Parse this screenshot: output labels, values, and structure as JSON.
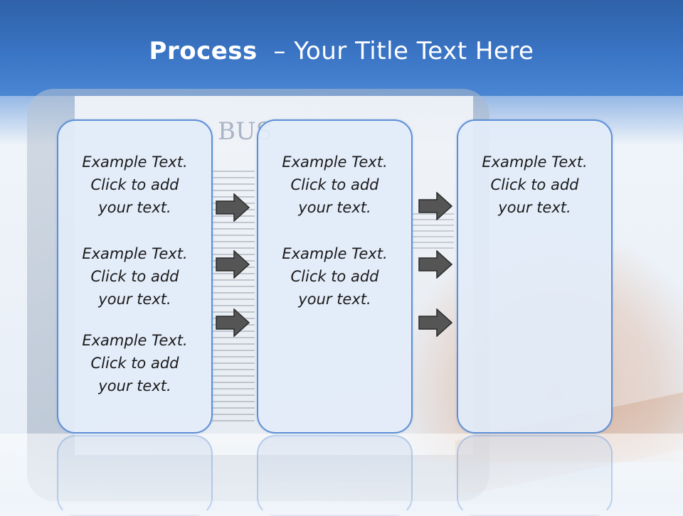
{
  "header": {
    "title_bold": "Process",
    "title_rest": "– Your Title Text Here"
  },
  "background": {
    "headline_fragment": "BUS"
  },
  "columns": [
    {
      "items": [
        "Example Text.\nClick  to add\nyour text.",
        "Example Text.\nClick  to add\nyour text.",
        "Example Text.\nClick  to add\nyour text."
      ]
    },
    {
      "items": [
        "Example Text.\nClick  to add\nyour text.",
        "Example Text.\nClick  to add\nyour text."
      ]
    },
    {
      "items": [
        "Example Text.\nClick  to add\nyour text."
      ]
    }
  ],
  "colors": {
    "header": "#3a74c4",
    "box_border": "#5b8fd6",
    "box_fill": "#e2ecf9",
    "arrow_fill": "#555555"
  },
  "icons": [
    "arrow-right-icon"
  ]
}
